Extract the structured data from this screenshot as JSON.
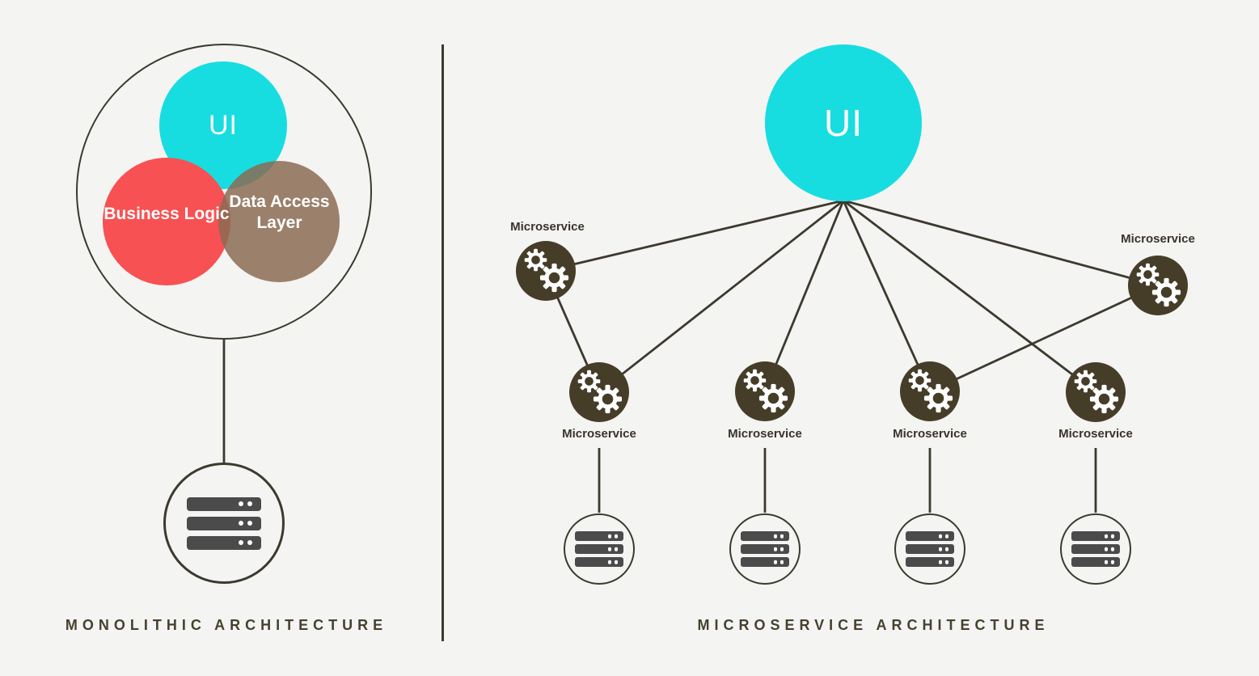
{
  "theme": {
    "bg": "#f4f4f2",
    "line": "#3d392e",
    "cyan": "#17dde1",
    "red": "#f75153",
    "brown": "#8b6b53",
    "node": "#463d29",
    "icon": "#4b4b4b",
    "caption": "#46412f",
    "label": "#3a342a",
    "white": "#ffffff"
  },
  "left": {
    "title": "MONOLITHIC ARCHITECTURE",
    "ui_label": "UI",
    "business_logic_label": "Business Logic",
    "data_access_label": "Data Access Layer"
  },
  "right": {
    "title": "MICROSERVICE ARCHITECTURE",
    "ui_label": "UI",
    "nodes": [
      {
        "label": "Microservice"
      },
      {
        "label": "Microservice"
      },
      {
        "label": "Microservice"
      },
      {
        "label": "Microservice"
      },
      {
        "label": "Microservice"
      },
      {
        "label": "Microservice"
      }
    ]
  }
}
